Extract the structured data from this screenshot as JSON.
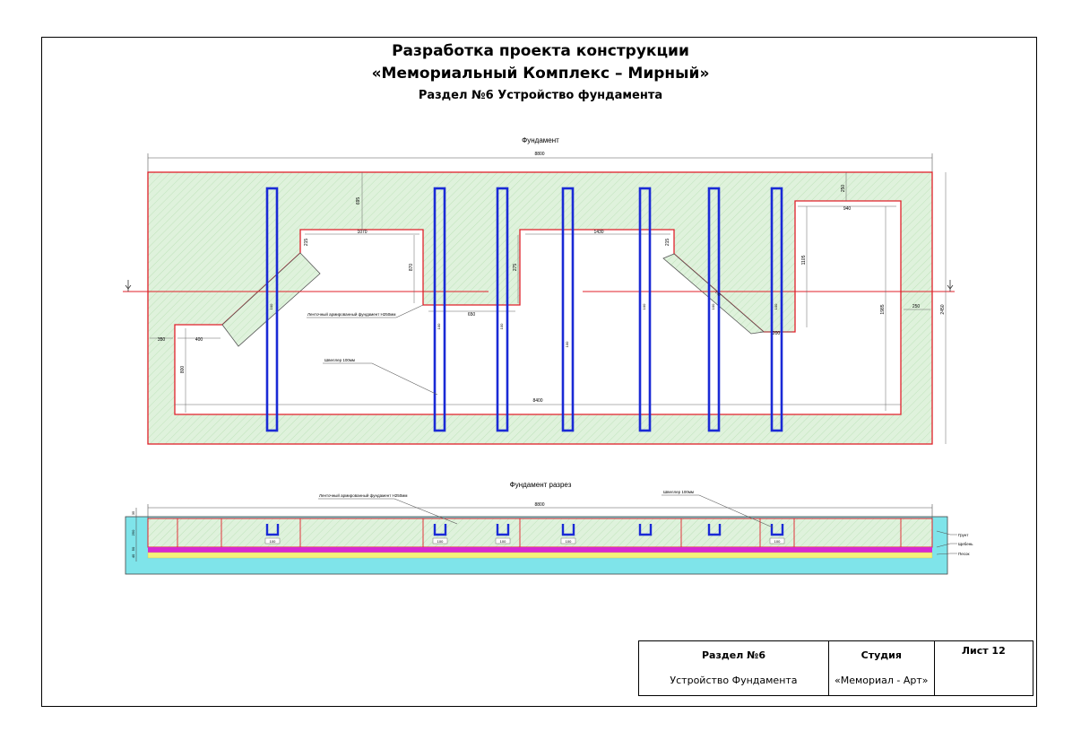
{
  "titles": {
    "line1": "Разработка проекта конструкции",
    "line2": "«Мемориальный Комплекс – Мирный»",
    "line3": "Раздел №6 Устройство фундамента"
  },
  "plan": {
    "caption": "Фундамент",
    "dims": {
      "overall_width": "8800",
      "overall_height": "2450",
      "inner_width": "8400",
      "d_top_left": "695",
      "d_left_1070": "1070",
      "d_215_a": "215",
      "d_1430": "1430",
      "d_215_b": "215",
      "d_870": "870",
      "d_275": "275",
      "d_650": "650",
      "d_top_right": "250",
      "d_940": "940",
      "d_1105": "1105",
      "d_1985": "1985",
      "d_right_250": "250",
      "d_350": "350",
      "d_400": "400",
      "d_800": "800",
      "d_200": "200"
    },
    "beam_labels": [
      "100",
      "100",
      "100",
      "100",
      "100",
      "100",
      "100",
      "100"
    ],
    "annotations": {
      "strip_foundation": "Ленточный армированный фундамент Н250мм",
      "channel": "Швеллер 100мм"
    }
  },
  "section": {
    "caption": "Фундамент разрез",
    "dims": {
      "overall": "8800",
      "height": "250",
      "left_a": "35",
      "left_b": "50",
      "left_c": "40"
    },
    "annotations": {
      "strip_foundation": "Ленточный армированный фундамент Н250мм",
      "channel": "Швеллер 100мм"
    },
    "channel_labels": [
      "100",
      "100",
      "100",
      "100",
      "100"
    ],
    "layers": [
      "Грунт",
      "Щебень",
      "Песок"
    ]
  },
  "stamp": {
    "section_no": "Раздел №6",
    "section_name": "Устройство Фундамента",
    "studio_label": "Студия",
    "studio_name": "«Мемориал - Арт»",
    "sheet": "Лист 12"
  },
  "colors": {
    "outline": "#e0202a",
    "beam": "#1a2ad6",
    "fill_green": "#dff2dc",
    "ground": "#7fe4ea",
    "gravel": "#d72ad0",
    "sand": "#f5f27a"
  }
}
